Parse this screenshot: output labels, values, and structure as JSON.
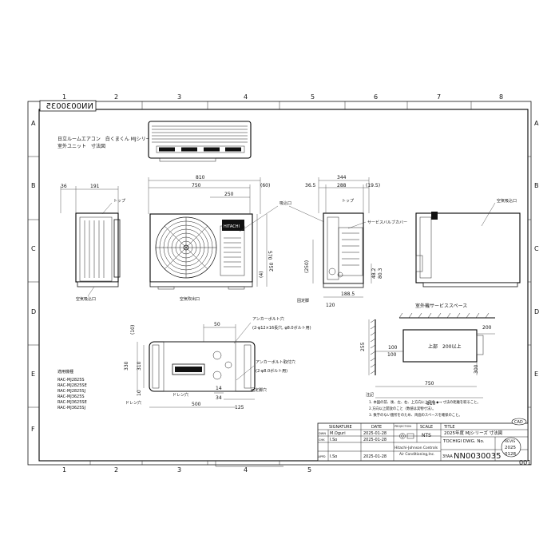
{
  "border": {
    "columns": [
      "1",
      "2",
      "3",
      "4",
      "5",
      "6",
      "7",
      "8"
    ],
    "rows": [
      "A",
      "B",
      "C",
      "D",
      "E",
      "F"
    ],
    "bottom_columns": [
      "1",
      "2",
      "3",
      "4",
      "5"
    ]
  },
  "drawing_number_mirrored": "NN0030035",
  "title_block_top": {
    "line1": "日立ルームエアコン　白くまくん MJシリーズ",
    "line2": "室外ユニット　寸法図"
  },
  "front_view": {
    "dim_overall": "810",
    "dim_body": "750",
    "dim_right": "(60)",
    "dim_top_offset": "250",
    "dim_height": "570",
    "dim_lower": "250",
    "dim_small": "(4)",
    "label_suction": "吸込口",
    "label_discharge": "空気吹出口",
    "brand": "HITACHI"
  },
  "left_view": {
    "dim_a": "36",
    "dim_b": "191",
    "label_top": "トップ",
    "label_bottom": "空気吸込口"
  },
  "side_view": {
    "dim_total": "344",
    "dim_a": "36.5",
    "dim_b": "288",
    "dim_c": "(19.5)",
    "label_top": "トップ",
    "label_cover": "サービスバルブカバー",
    "dim_h1": "(250)",
    "dim_h2": "80.3",
    "dim_h3": "48.2",
    "dim_bottom_a": "188.5",
    "dim_bottom_b": "120",
    "label_drain": "固定脚"
  },
  "right_view": {
    "label_top": "空気吸込口"
  },
  "plan_view": {
    "dim_top": "50",
    "anchor_label_1": "アンカーボルト穴",
    "anchor_label_1b": "(2-φ12×16長穴, φ8.0ボルト用)",
    "dim_left_a": "(10)",
    "dim_left_b": "330",
    "dim_left_c": "310",
    "dim_left_d": "10",
    "anchor_label_2": "アンカーボルト取付穴",
    "anchor_label_2b": "(2-φ8.0ボルト用)",
    "dim_bottom_a": "14",
    "dim_bottom_b": "34",
    "dim_bottom_c": "125",
    "dim_bottom_main": "500",
    "label_drain": "ドレン穴",
    "label_drain2": "ドレン穴",
    "label_fix": "固定脚穴"
  },
  "service_space": {
    "title": "室外機サービススペース",
    "label_above": "上部　200以上",
    "dim_left": "255",
    "dim_a": "100",
    "dim_b": "100",
    "dim_c": "200",
    "dim_d": "300",
    "dim_e": "750",
    "dim_f": "810"
  },
  "models": {
    "title": "適用機種",
    "list": [
      "RAC-MJ2825S",
      "RAC-MJ2825SE",
      "RAC-MJ2825SJ",
      "RAC-MJ3625S",
      "RAC-MJ3625SE",
      "RAC-MJ3625SJ"
    ]
  },
  "notes": {
    "title": "注記",
    "lines": [
      "1. 本図の前、後、左、右、上方向に上記の ◆→ 寸法の距離を取ること。",
      "2.方向以上開放のこと（数値は実物寸法）。",
      "3. 数字のない箇所をのため、両面のスペースを確保のこと。"
    ]
  },
  "title_block": {
    "headers": {
      "signature": "SIGNATURE",
      "date": "DATE",
      "projection": "PROJECTION",
      "scale": "SCALE",
      "title": "TITLE"
    },
    "rows": [
      {
        "role": "DWN",
        "name": "M.Oguri",
        "date": "2025-01-28"
      },
      {
        "role": "CHK",
        "name": "I.So",
        "date": "2025-01-28"
      },
      {
        "role": "APPD",
        "name": "I.So",
        "date": "2025-01-28"
      }
    ],
    "scale_value": "NTS",
    "title_value": "2025年度 MJシリーズ 寸法図",
    "company_line1": "Hitachi-Johnson Controls",
    "company_line2": "Air Conditioning,Inc.",
    "tochigi": "TOCHIGI DWG. No.",
    "prefix": "3YAA",
    "dwg_no": "NN0030035",
    "cad": "CAD",
    "stamp": [
      "REVIS",
      "2025",
      "0128"
    ],
    "sheet": "001"
  }
}
